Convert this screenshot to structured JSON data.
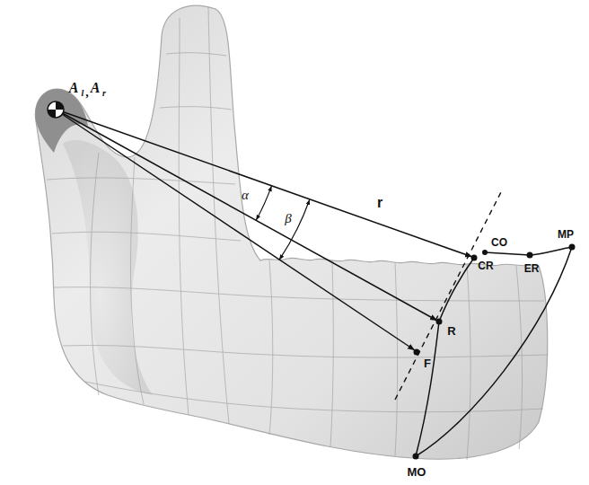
{
  "diagram": {
    "labels": [
      "A",
      "l",
      ",",
      "A",
      "r",
      "α",
      "β",
      "r",
      "CO",
      "CR",
      "ER",
      "MP",
      "R",
      "F",
      "MO"
    ]
  }
}
